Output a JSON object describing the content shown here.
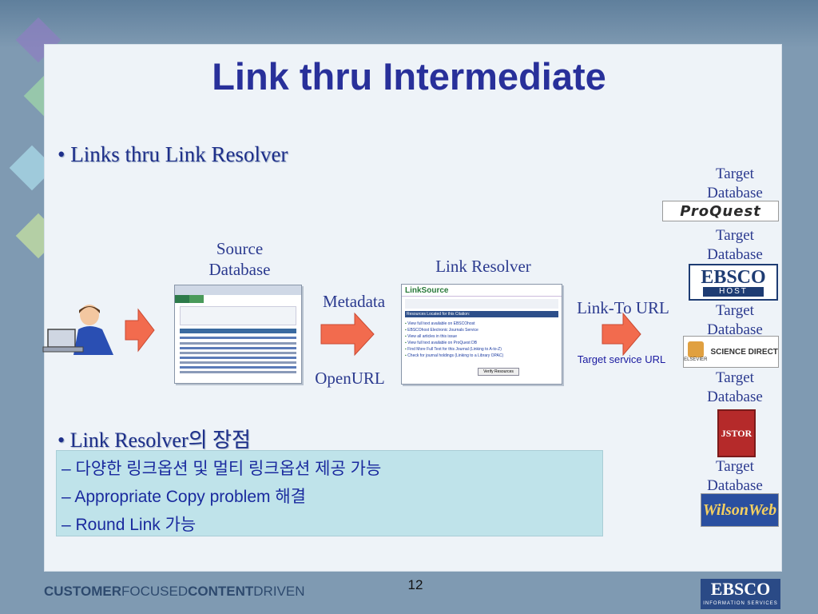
{
  "slide": {
    "title": "Link thru Intermediate",
    "page_number": "12"
  },
  "bullets": {
    "first": "• Links thru Link Resolver",
    "second": "• Link Resolver의 장점"
  },
  "diagram": {
    "source_db_label": "Source Database",
    "metadata_label": "Metadata",
    "openurl_label": "OpenURL",
    "link_resolver_label": "Link Resolver",
    "link_to_url_label": "Link-To URL",
    "target_service_url_label": "Target service URL",
    "linksource_logo_text": "LinkSource",
    "linksource_header": "Resources Located for this Citation:",
    "linksource_items": [
      "View full text available on EBSCOhost",
      "EBSCOhost Electronic Journals Service",
      "View all articles in this issue",
      "View full text available on ProQuest DB",
      "Find More Full Text for this Journal (Linking to A-to-Z)",
      "Check for journal holdings (Linking to a Library OPAC)"
    ],
    "linksource_button": "Verify Resources"
  },
  "targets": [
    {
      "label": "Target Database",
      "logo": "ProQuest"
    },
    {
      "label": "Target Database",
      "logo": "EBSCO",
      "logo_sub": "HOST"
    },
    {
      "label": "Target Database",
      "logo": "SCIENCE DIRECT",
      "logo_sub": "ELSEVIER"
    },
    {
      "label": "Target Database",
      "logo": "JSTOR"
    },
    {
      "label": "Target Database",
      "logo": "WilsonWeb"
    }
  ],
  "advantages": [
    "– 다양한 링크옵션 및 멀티 링크옵션 제공 가능",
    "– Appropriate Copy problem 해결",
    "– Round Link 가능"
  ],
  "footer": {
    "tagline_customer": "CUSTOMER",
    "tagline_focused": "FOCUSED",
    "tagline_content": "CONTENT",
    "tagline_driven": "DRIVEN",
    "ebsco_logo": "EBSCO",
    "ebsco_sub": "INFORMATION SERVICES"
  },
  "colors": {
    "title": "#28309a",
    "label": "#2b3a8f",
    "arrow": "#f26b4e",
    "box": "#bfe3ea",
    "panel": "#eef3f8"
  }
}
